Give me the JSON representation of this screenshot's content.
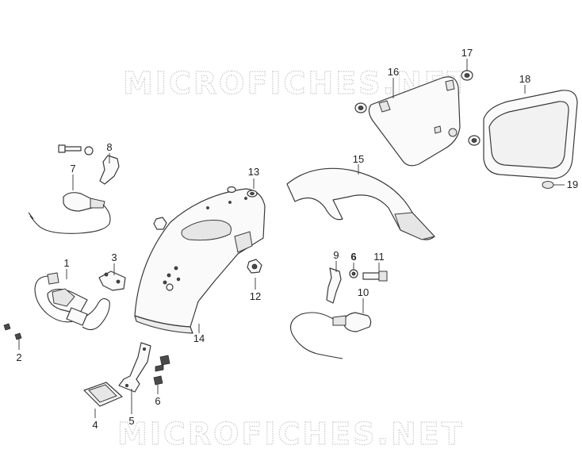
{
  "watermark": {
    "top": "MICROFICHES.NET",
    "bottom": "MICROFICHES.NET"
  },
  "callouts": [
    {
      "id": "c1",
      "label": "1"
    },
    {
      "id": "c2",
      "label": "2"
    },
    {
      "id": "c3",
      "label": "3"
    },
    {
      "id": "c4",
      "label": "4"
    },
    {
      "id": "c5",
      "label": "5"
    },
    {
      "id": "c6a",
      "label": "6"
    },
    {
      "id": "c6b",
      "label": "6",
      "bold": true
    },
    {
      "id": "c7",
      "label": "7"
    },
    {
      "id": "c8",
      "label": "8"
    },
    {
      "id": "c9",
      "label": "9"
    },
    {
      "id": "c10",
      "label": "10"
    },
    {
      "id": "c11",
      "label": "11"
    },
    {
      "id": "c12",
      "label": "12"
    },
    {
      "id": "c13",
      "label": "13"
    },
    {
      "id": "c14",
      "label": "14"
    },
    {
      "id": "c15",
      "label": "15"
    },
    {
      "id": "c16",
      "label": "16"
    },
    {
      "id": "c17",
      "label": "17"
    },
    {
      "id": "c18",
      "label": "18"
    },
    {
      "id": "c19",
      "label": "19"
    }
  ],
  "colors": {
    "line": "#3a3a3a",
    "watermark_outline": "#c9c9c9",
    "background": "#ffffff"
  }
}
